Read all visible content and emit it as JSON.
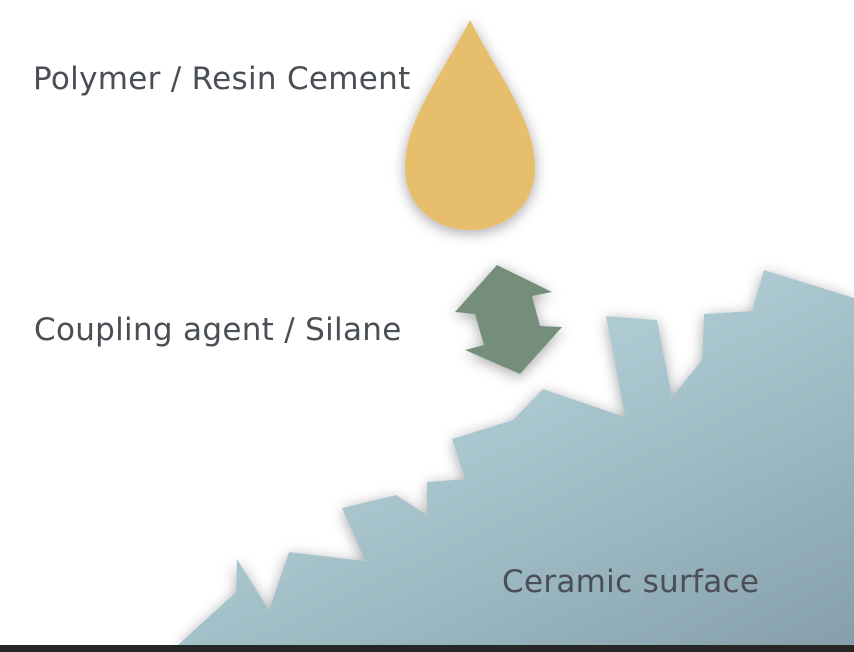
{
  "labels": {
    "polymer": "Polymer / Resin Cement",
    "silane": "Coupling agent / Silane",
    "ceramic": "Ceramic surface"
  },
  "colors": {
    "droplet": "#E6BE6C",
    "arrow": "#758E7B",
    "ceramic_light": "#ADCAD3",
    "ceramic_dark": "#85A0AA",
    "text": "#4A4E55",
    "bottom_bar": "#262626"
  },
  "icons": {
    "droplet": "resin-droplet-icon",
    "arrow": "double-arrow-icon"
  }
}
